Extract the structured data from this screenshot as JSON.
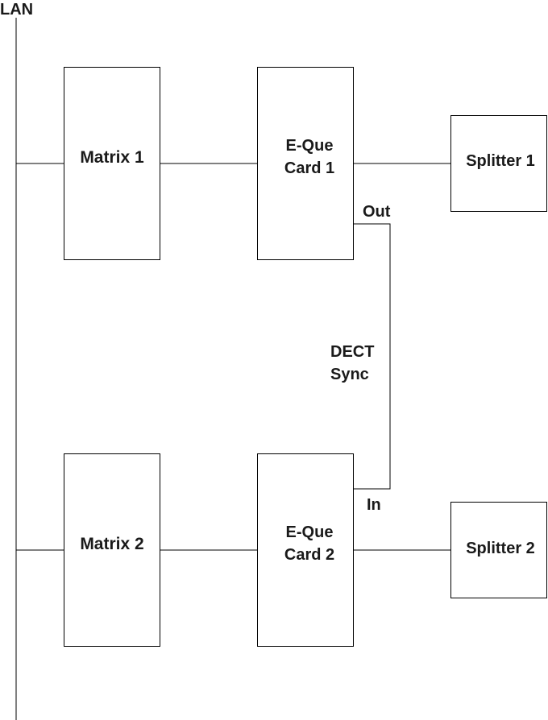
{
  "bus": {
    "label": "LAN"
  },
  "blocks": {
    "matrix_1": "Matrix 1",
    "matrix_2": "Matrix 2",
    "eque_card_1": [
      "E-Que",
      "Card 1"
    ],
    "eque_card_2": [
      "E-Que",
      "Card 2"
    ],
    "splitter_1": "Splitter 1",
    "splitter_2": "Splitter 2"
  },
  "sync_link": {
    "label": [
      "DECT",
      "Sync"
    ],
    "out_port": "Out",
    "in_port": "In"
  }
}
